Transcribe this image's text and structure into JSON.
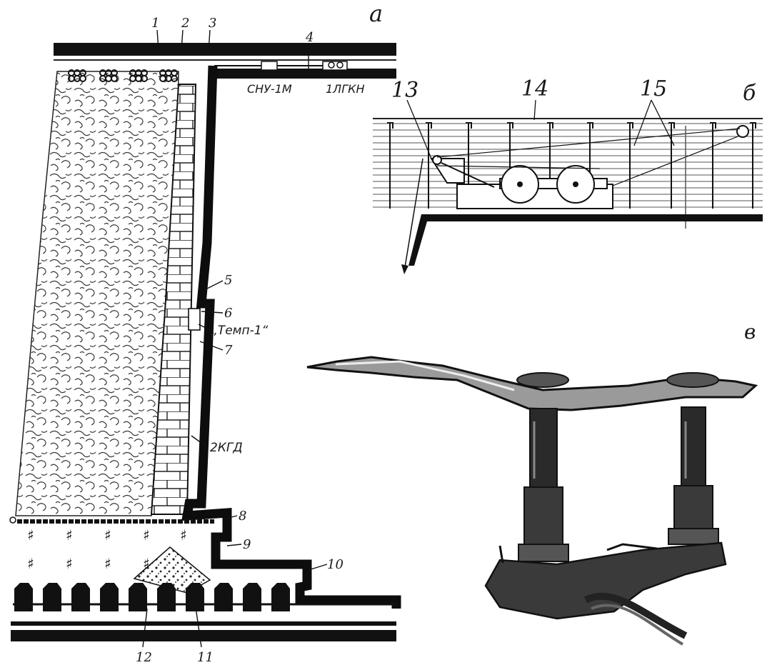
{
  "panels": {
    "a": {
      "letter": "а"
    },
    "b": {
      "letter": "б"
    },
    "v": {
      "letter": "в"
    }
  },
  "labels": {
    "n1": "1",
    "n2": "2",
    "n3": "3",
    "n4": "4",
    "n5": "5",
    "n6": "6",
    "n7": "7",
    "n8": "8",
    "n9": "9",
    "n10": "10",
    "n11": "11",
    "n12": "12",
    "n13": "13",
    "n14": "14",
    "n15": "15",
    "snu": "СНУ-1М",
    "lgkn": "1ЛГКН",
    "temp": "„Темп-1“",
    "kgd": "2КГД"
  }
}
